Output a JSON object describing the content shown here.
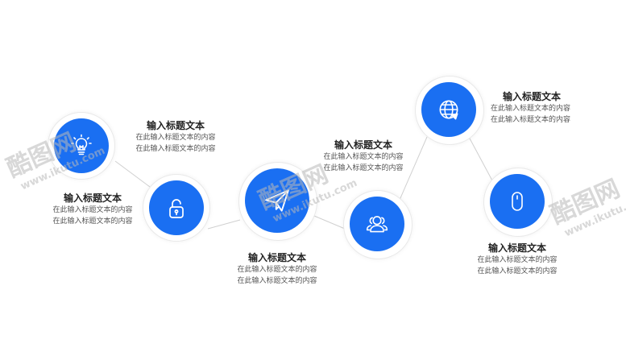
{
  "accent_color": "#1a6ff2",
  "nodes": [
    {
      "icon": "lightbulb-icon",
      "title": "输入标题文本",
      "line1": "在此输入标题文本的内容",
      "line2": "在此输入标题文本的内容"
    },
    {
      "icon": "unlock-icon",
      "title": "输入标题文本",
      "line1": "在此输入标题文本的内容",
      "line2": "在此输入标题文本的内容"
    },
    {
      "icon": "paper-plane-icon",
      "title": "输入标题文本",
      "line1": "在此输入标题文本的内容",
      "line2": "在此输入标题文本的内容"
    },
    {
      "icon": "users-icon",
      "title": "输入标题文本",
      "line1": "在此输入标题文本的内容",
      "line2": "在此输入标题文本的内容"
    },
    {
      "icon": "globe-icon",
      "title": "输入标题文本",
      "line1": "在此输入标题文本的内容",
      "line2": "在此输入标题文本的内容"
    },
    {
      "icon": "mouse-icon",
      "title": "输入标题文本",
      "line1": "在此输入标题文本的内容",
      "line2": "在此输入标题文本的内容"
    }
  ],
  "watermark": {
    "brand": "酷图网",
    "url": "www.ikutu.com"
  }
}
